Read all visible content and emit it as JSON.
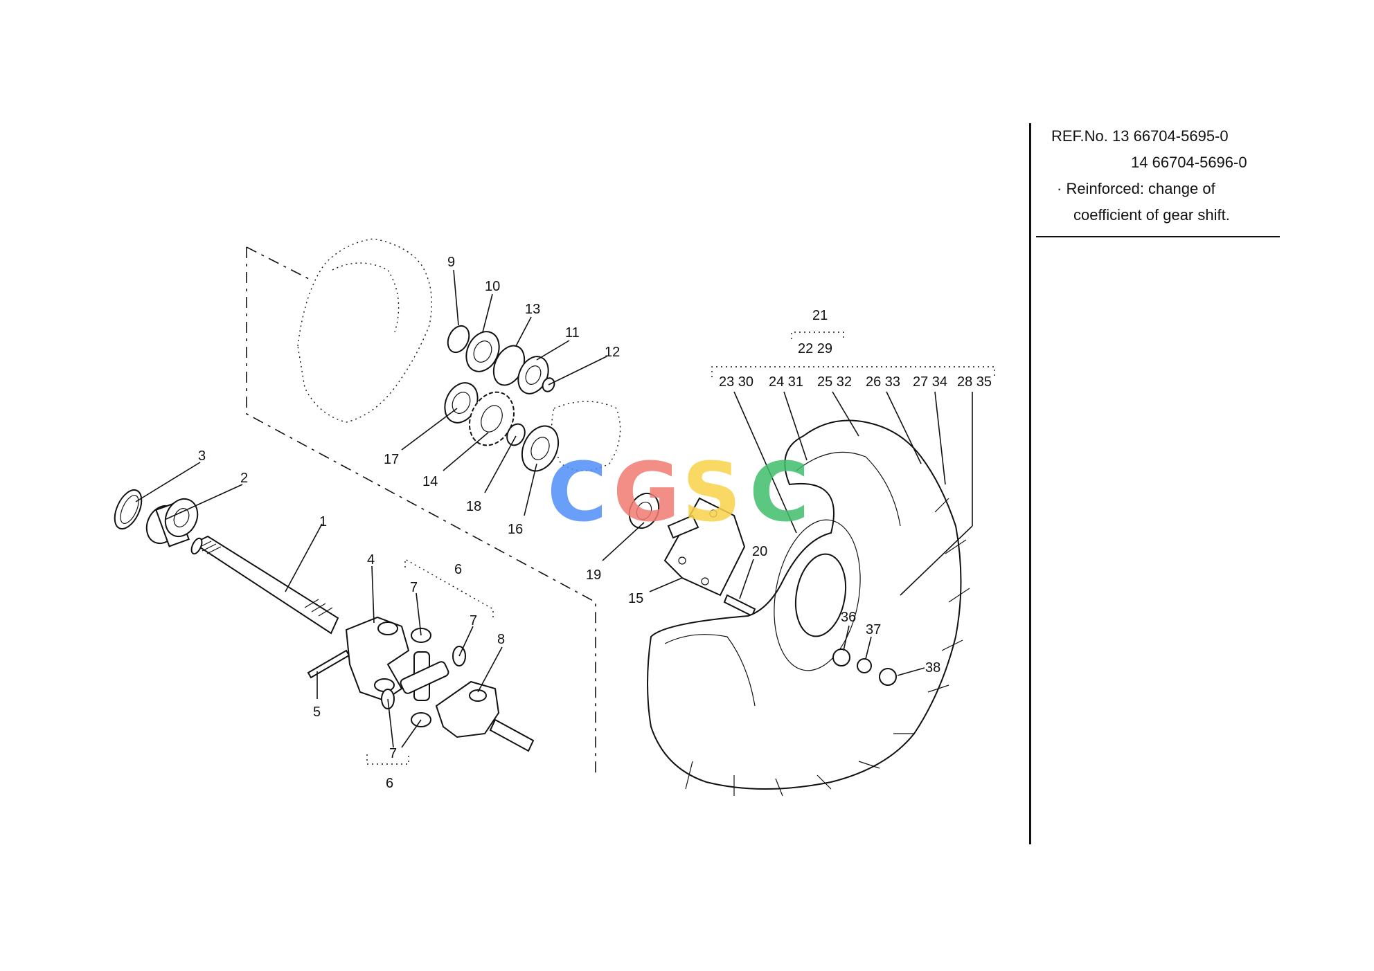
{
  "ref_panel": {
    "line1": "REF.No. 13 66704-5695-0",
    "line2": "14 66704-5696-0",
    "line3": "· Reinforced: change of",
    "line4": "coefficient of gear shift."
  },
  "watermark": {
    "letters": [
      "C",
      "G",
      "S",
      "C"
    ],
    "colors": [
      "#4f8ff7",
      "#f27b72",
      "#f8d34a",
      "#3fbe6b"
    ]
  },
  "callouts": {
    "c1": "1",
    "c2": "2",
    "c3": "3",
    "c4": "4",
    "c5": "5",
    "c6a": "6",
    "c6b": "6",
    "c7a": "7",
    "c7b": "7",
    "c7c": "7",
    "c8": "8",
    "c9": "9",
    "c10": "10",
    "c11": "11",
    "c12": "12",
    "c13": "13",
    "c14": "14",
    "c15": "15",
    "c16": "16",
    "c17": "17",
    "c18": "18",
    "c19": "19",
    "c20": "20",
    "c21": "21",
    "c22_29": "22 29",
    "c23_30": "23 30",
    "c24_31": "24 31",
    "c25_32": "25 32",
    "c26_33": "26 33",
    "c27_34": "27 34",
    "c28_35": "28 35",
    "c36": "36",
    "c37": "37",
    "c38": "38"
  }
}
